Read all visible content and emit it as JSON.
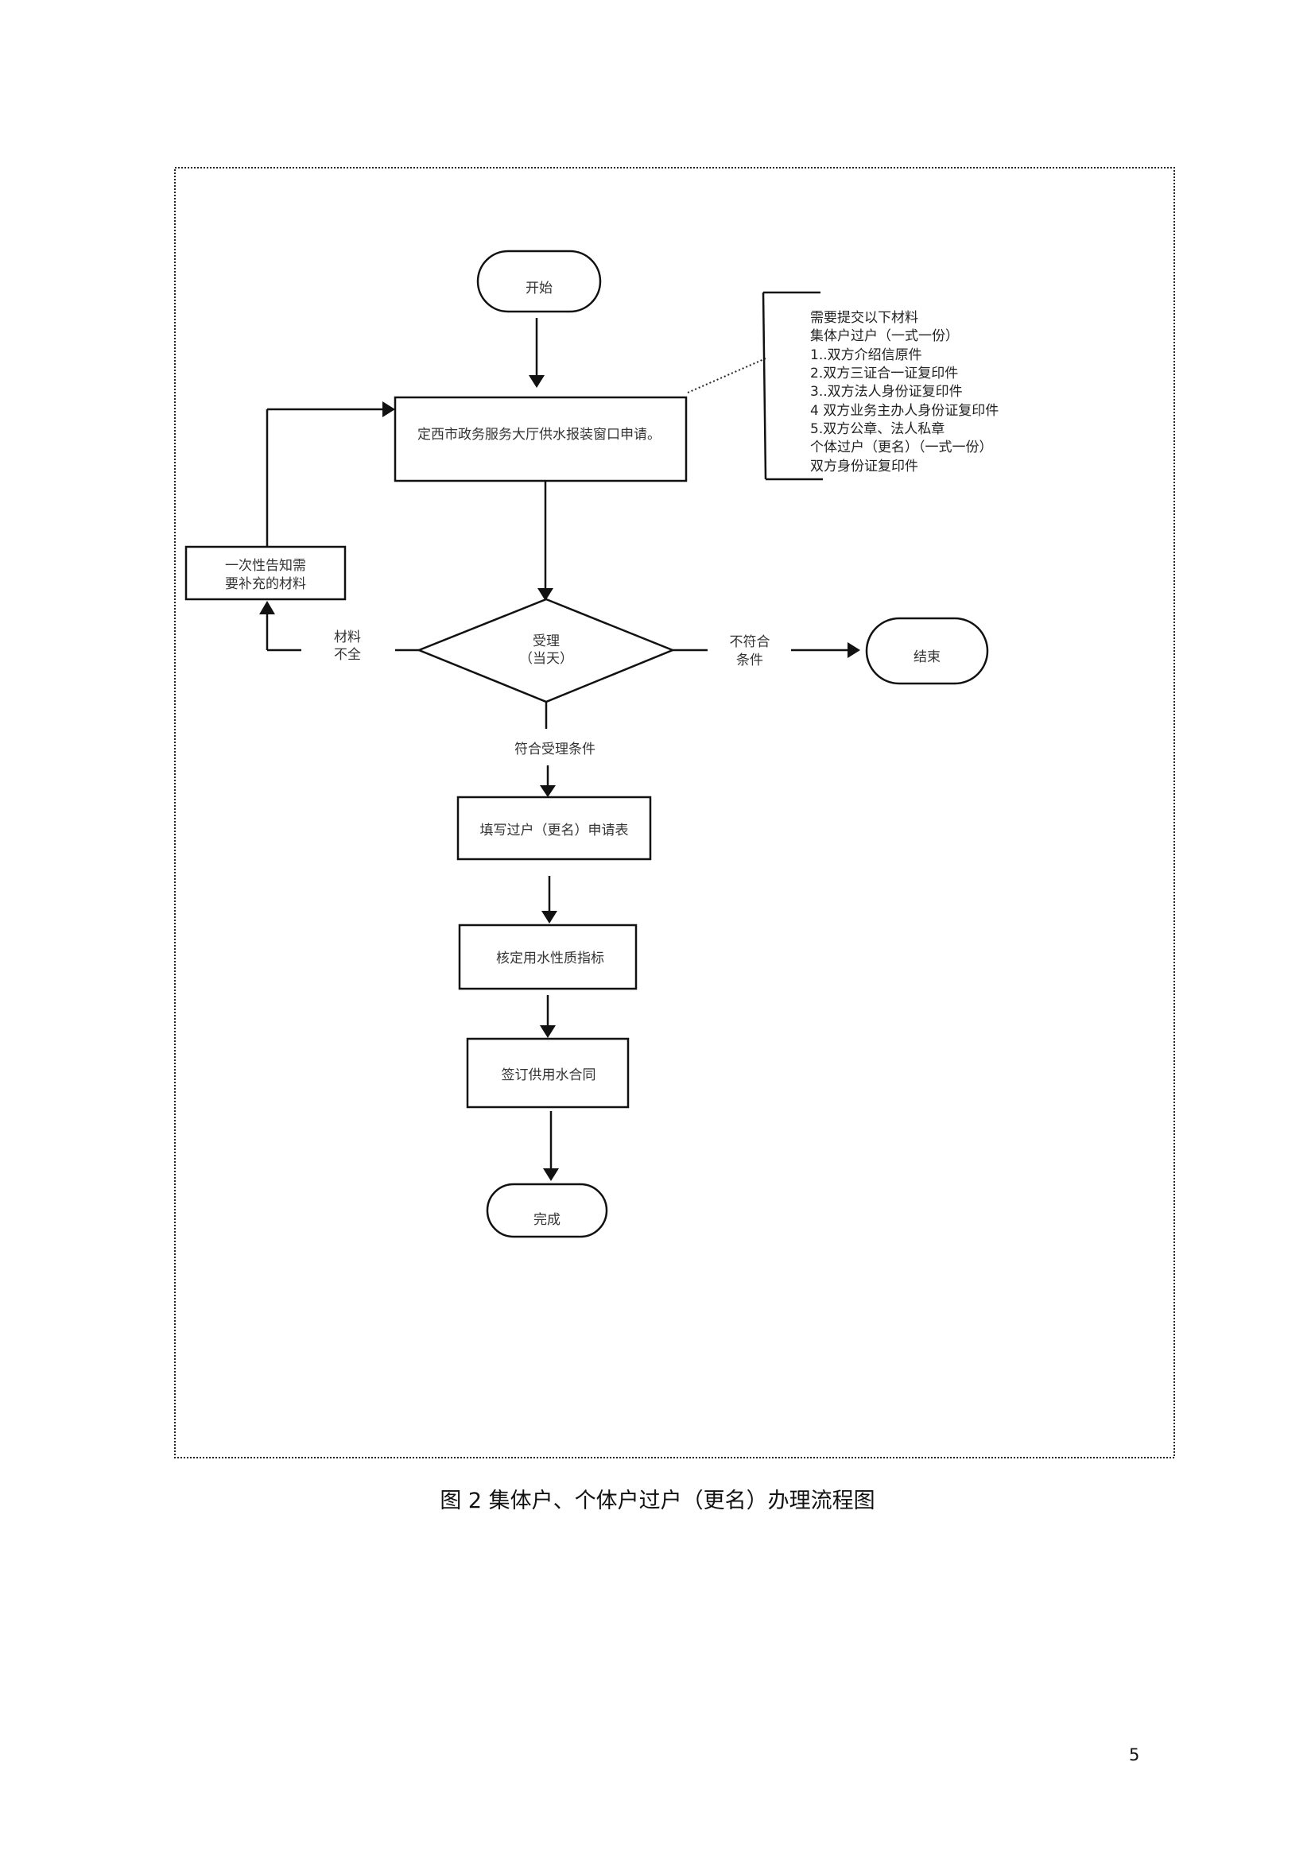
{
  "figure": {
    "caption": "图 2 集体户、个体户过户（更名）办理流程图",
    "page_number": "5"
  },
  "flowchart": {
    "start": "开始",
    "apply": "定西市政务服务大厅供水报装窗口申请。",
    "notify": [
      "一次性告知需",
      "要补充的材料"
    ],
    "decision": [
      "受理",
      "（当天）"
    ],
    "label_incomplete": [
      "材料",
      "不全"
    ],
    "label_not_qualified": [
      "不符合",
      "条件"
    ],
    "end_reject": "结束",
    "label_qualified": "符合受理条件",
    "step_fill_form": "填写过户（更名）申请表",
    "step_verify": "核定用水性质指标",
    "step_contract": "签订供用水合同",
    "finish": "完成"
  },
  "materials": {
    "lines": [
      "需要提交以下材料",
      "集体户过户（一式一份）",
      "1..双方介绍信原件",
      "2.双方三证合一证复印件",
      "3..双方法人身份证复印件",
      "4 双方业务主办人身份证复印件",
      "5.双方公章、法人私章",
      "个体过户（更名）（一式一份）",
      "双方身份证复印件"
    ]
  }
}
